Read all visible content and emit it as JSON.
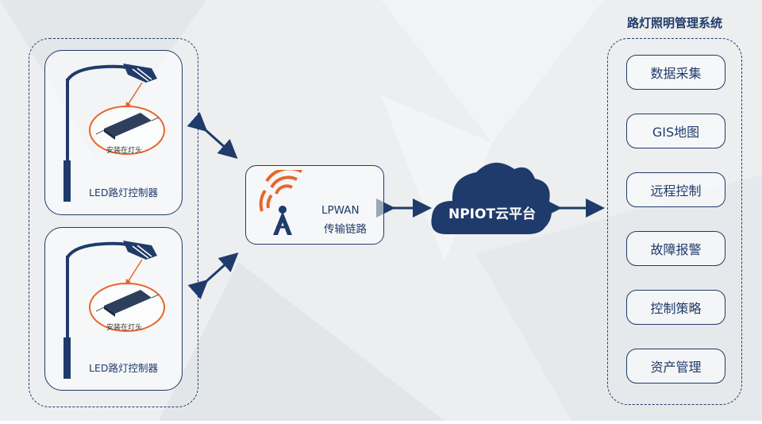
{
  "lamp_controllers": [
    {
      "label": "LED路灯控制器",
      "device_label": "安装在灯头"
    },
    {
      "label": "LED路灯控制器",
      "device_label": "安装在灯头"
    }
  ],
  "lpwan": {
    "line1": "LPWAN",
    "line2": "传输链路"
  },
  "cloud": {
    "label": "NPIOT云平台"
  },
  "system": {
    "title": "路灯照明管理系统",
    "items": [
      "数据采集",
      "GIS地图",
      "远程控制",
      "故障报警",
      "控制策略",
      "资产管理"
    ]
  },
  "colors": {
    "primary": "#1f3b6b",
    "accent": "#e8662a",
    "background": "#eceeef"
  }
}
